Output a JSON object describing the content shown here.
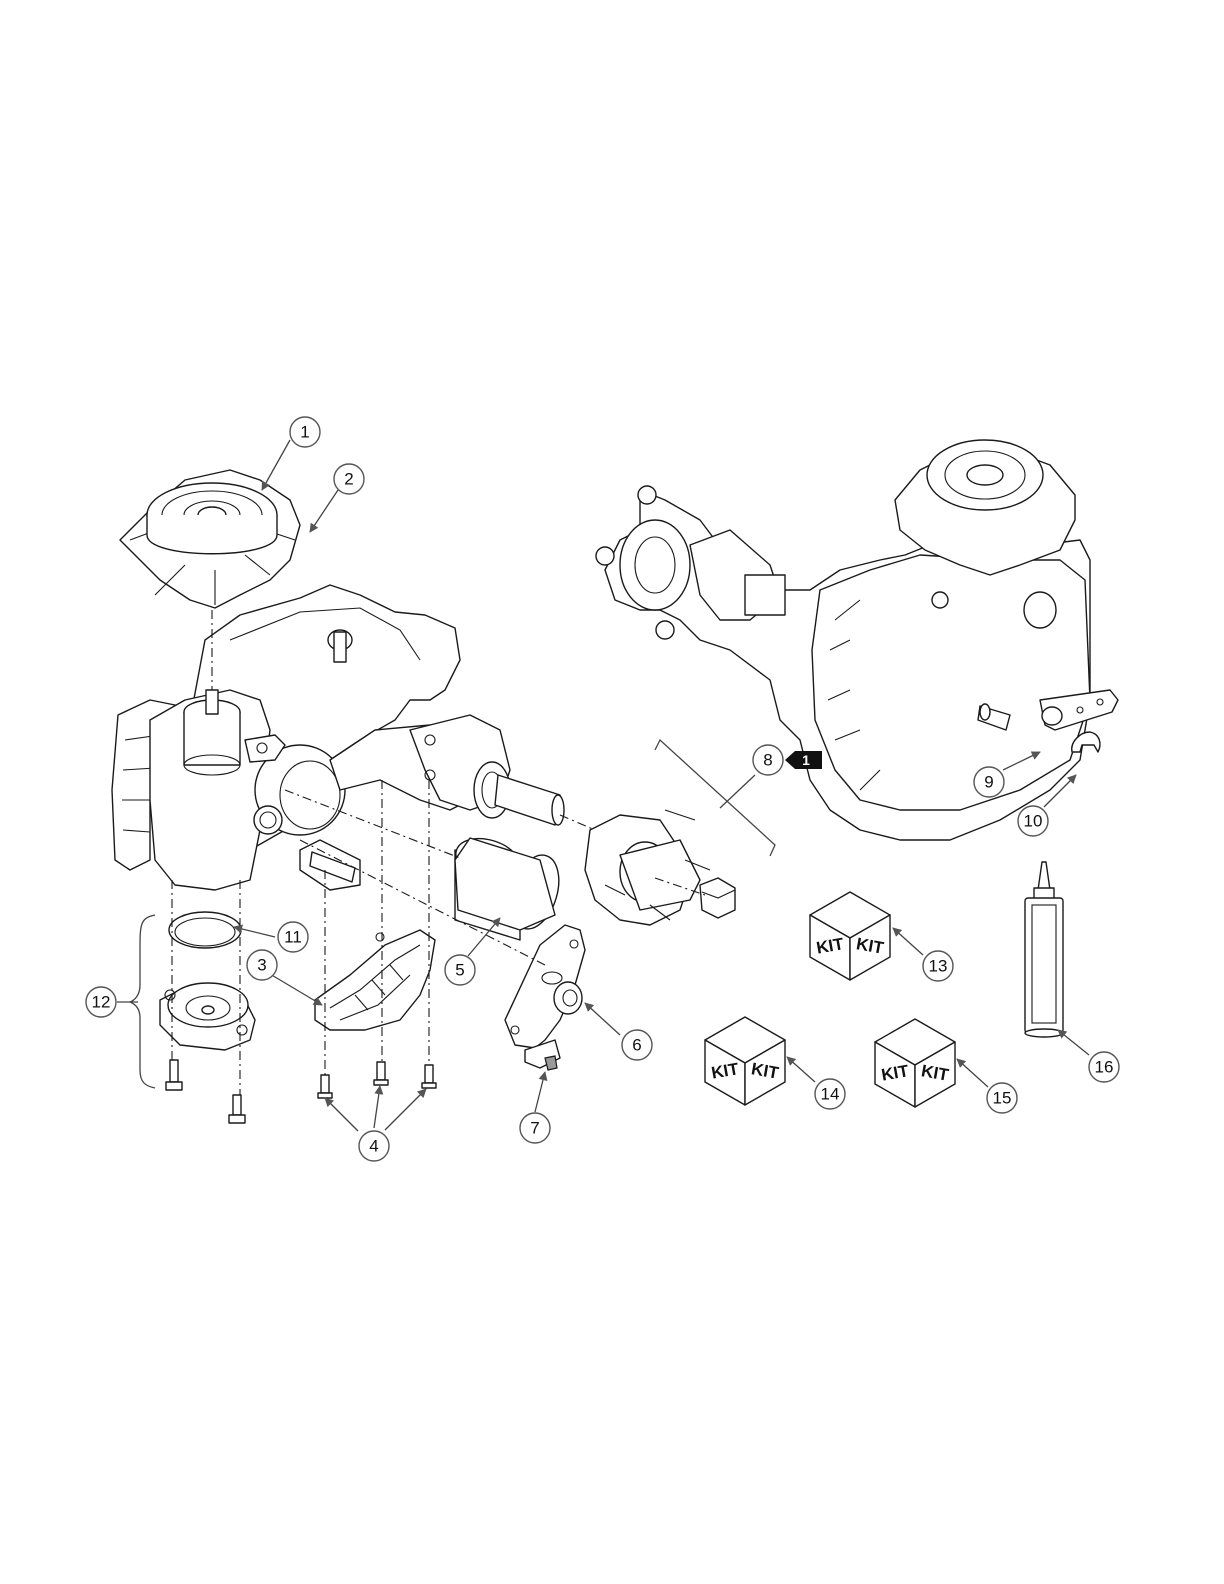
{
  "callouts": {
    "c1": "1",
    "c2": "2",
    "c3": "3",
    "c4": "4",
    "c5": "5",
    "c6": "6",
    "c7": "7",
    "c8": "8",
    "c9": "9",
    "c10": "10",
    "c11": "11",
    "c12": "12",
    "c13": "13",
    "c14": "14",
    "c15": "15",
    "c16": "16"
  },
  "reference_tag": "1",
  "kit_label": "KIT",
  "colors": {
    "line": "#1a1a1a",
    "tag": "#111111",
    "callout_stroke": "#555555"
  }
}
